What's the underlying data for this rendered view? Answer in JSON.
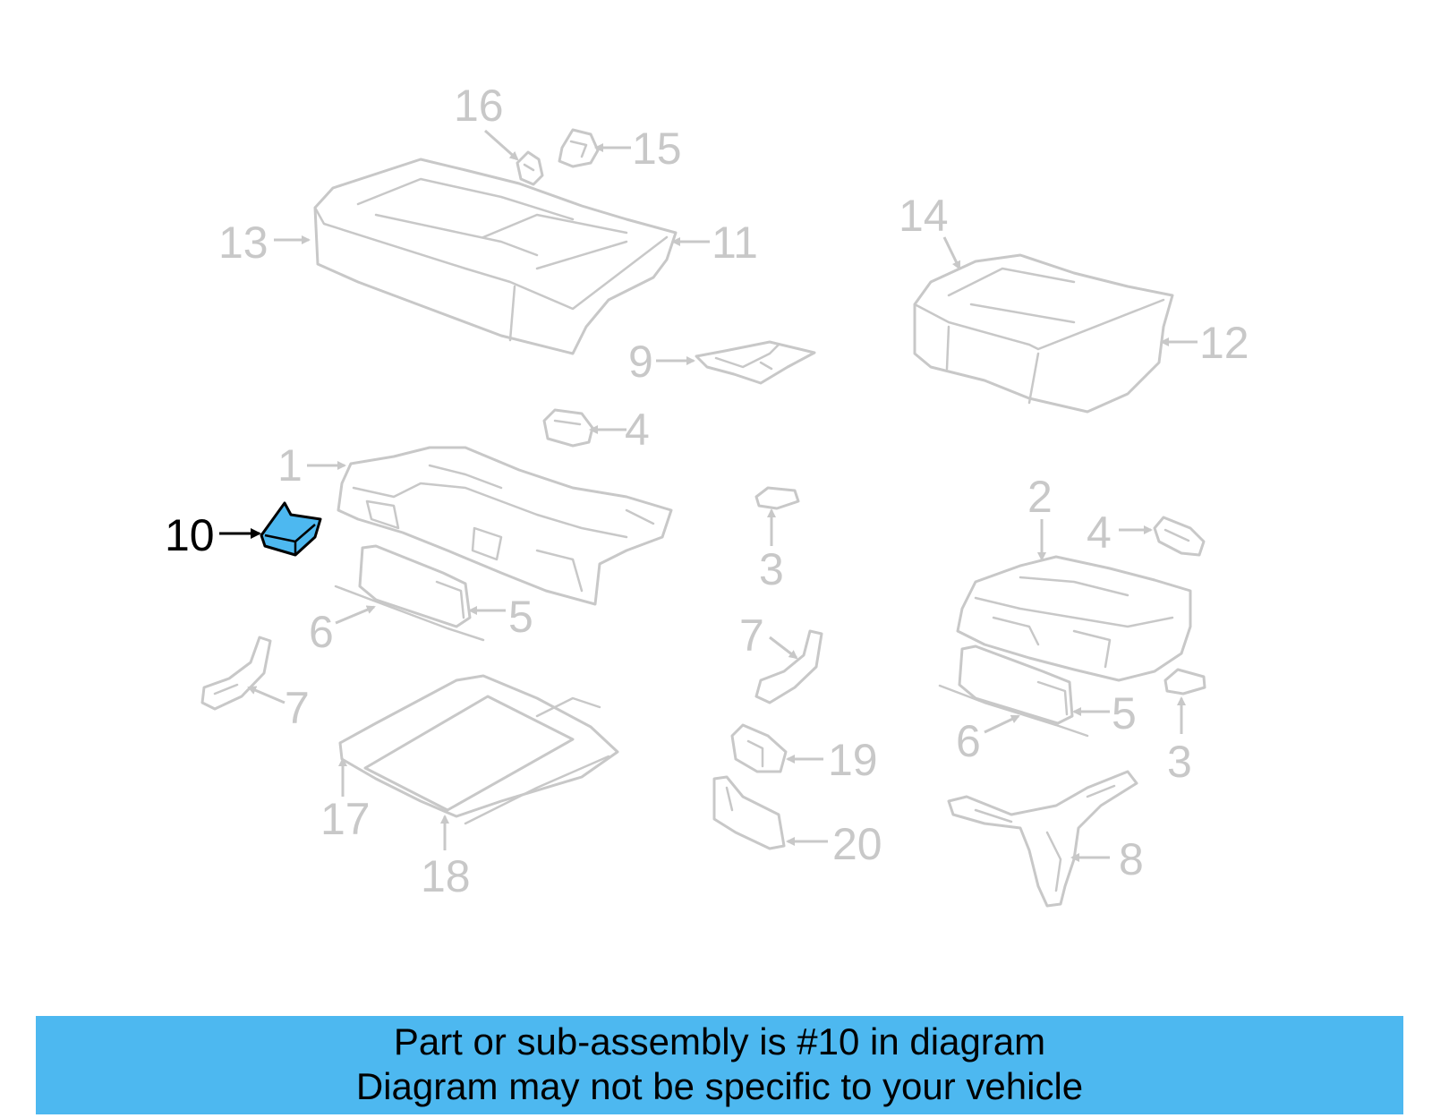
{
  "diagram": {
    "callouts": [
      "1",
      "2",
      "3",
      "3",
      "4",
      "4",
      "5",
      "5",
      "6",
      "6",
      "7",
      "7",
      "8",
      "9",
      "10",
      "11",
      "12",
      "13",
      "14",
      "15",
      "16",
      "17",
      "18",
      "19",
      "20"
    ],
    "highlighted_callout": "10",
    "colors": {
      "part_gray": "#c8c8c8",
      "highlight_fill": "#4db8f0",
      "highlight_stroke": "#000000",
      "banner_bg": "#4db8f0"
    }
  },
  "banner": {
    "line1": "Part or sub-assembly is #10 in diagram",
    "line2": "Diagram may not be specific to your vehicle"
  }
}
